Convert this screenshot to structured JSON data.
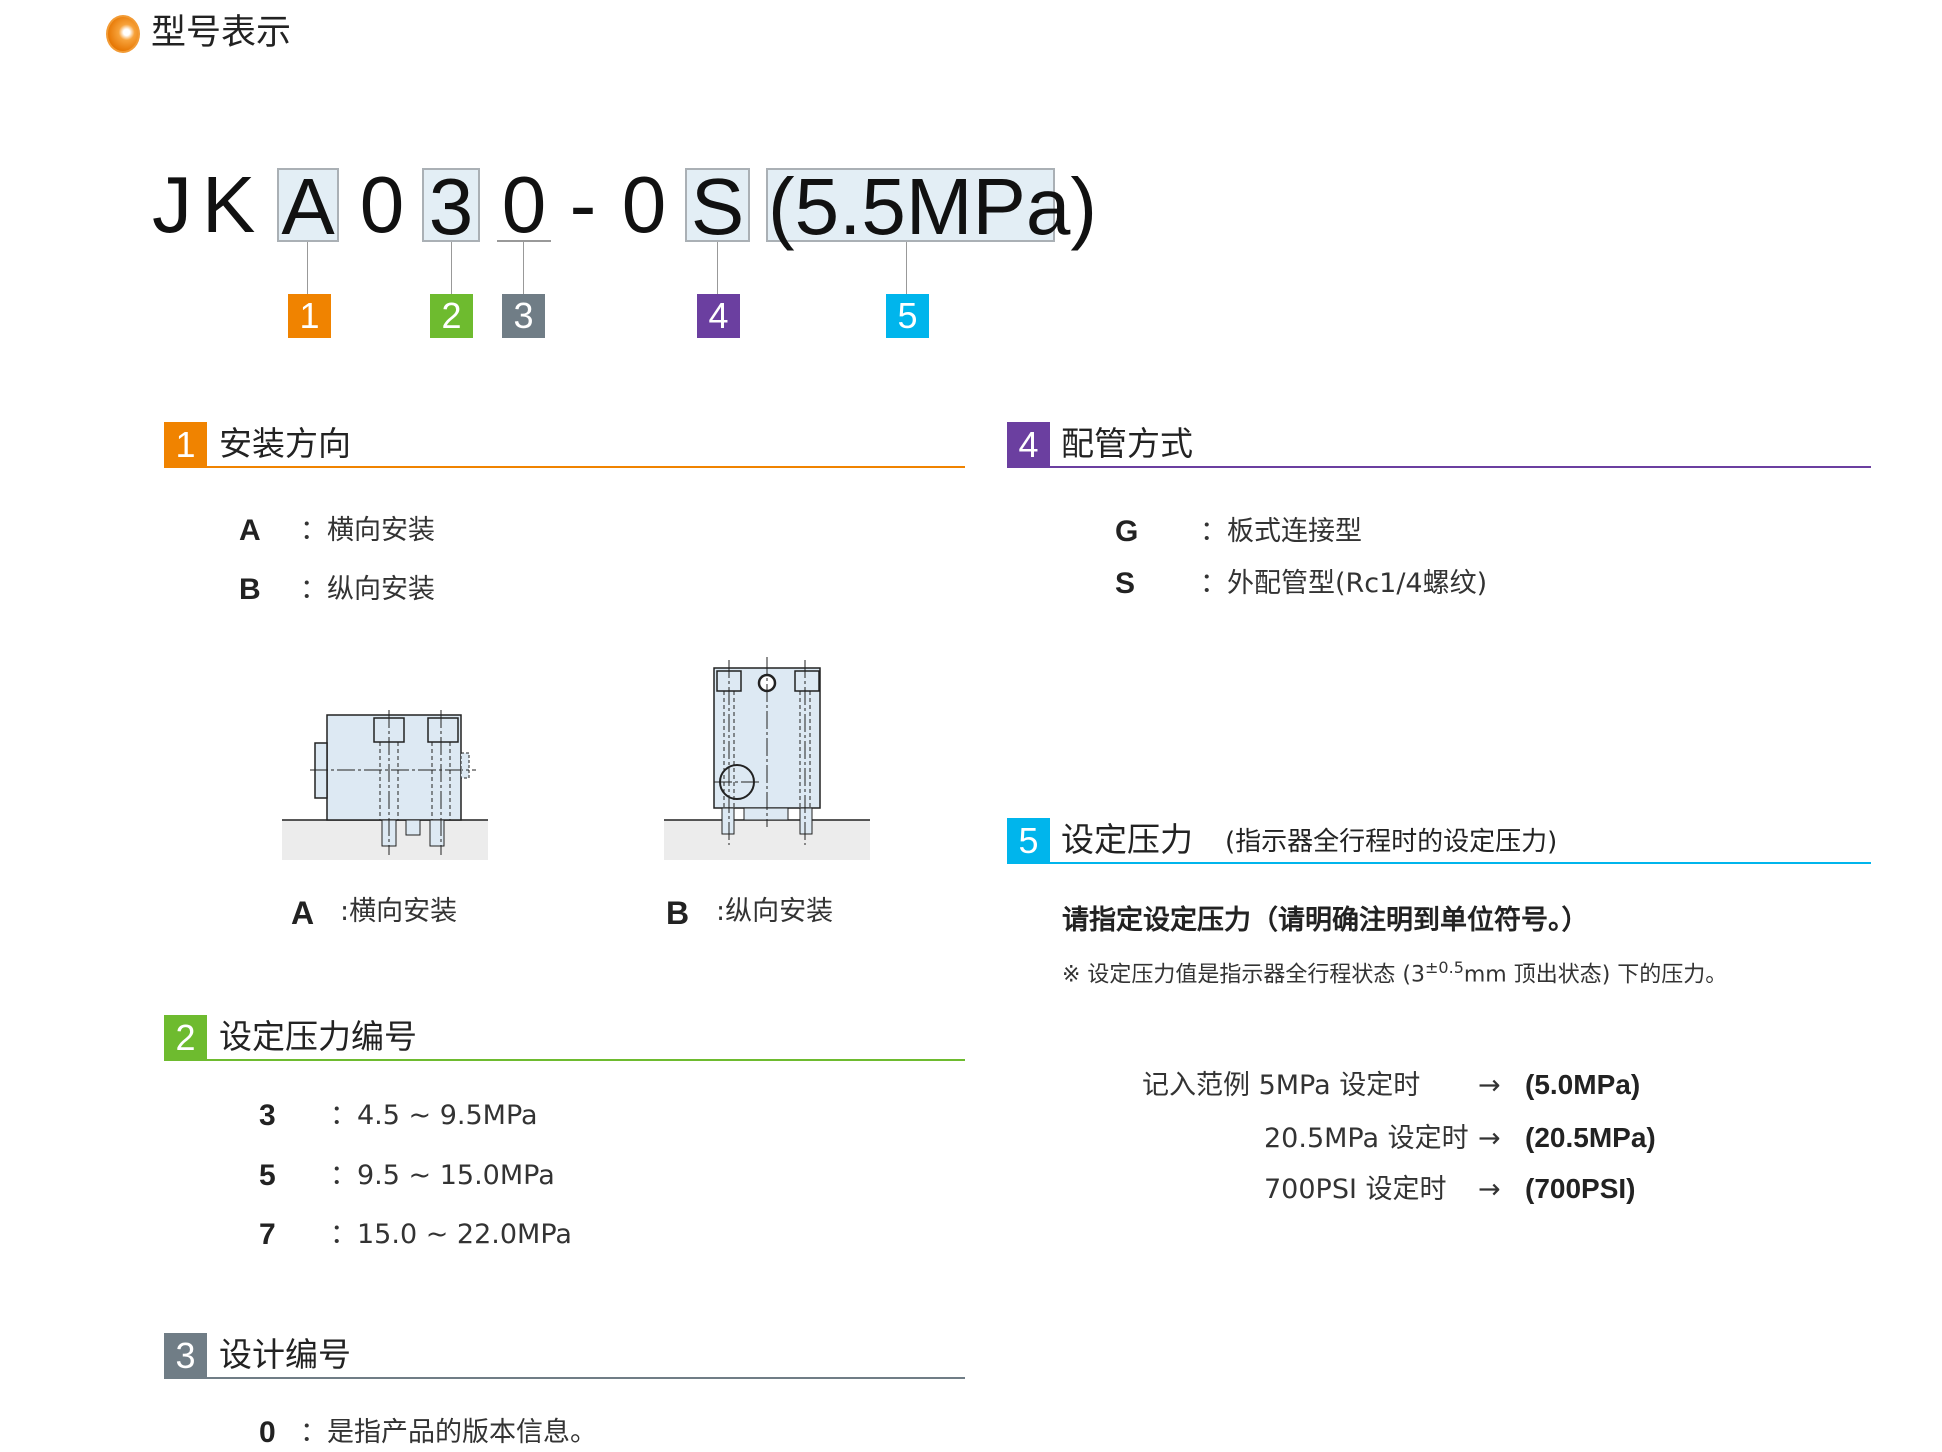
{
  "header": {
    "title": "型号表示",
    "icon": "orange-bullet-icon"
  },
  "model_code": {
    "parts": [
      "JK",
      "A",
      "0",
      "3",
      "0",
      "-",
      "0",
      "S",
      "(5.5MPa)"
    ],
    "callouts": [
      "1",
      "2",
      "3",
      "4",
      "5"
    ]
  },
  "colors": {
    "s1": "#f08300",
    "s2": "#6ebb2f",
    "s3": "#707d86",
    "s4": "#6b3fa0",
    "s5": "#00b5ec",
    "box_fill": "#e3eef5"
  },
  "section1": {
    "num": "1",
    "title": "安装方向",
    "items": [
      {
        "key": "A",
        "text": "：横向安装"
      },
      {
        "key": "B",
        "text": "：纵向安装"
      }
    ],
    "figures": [
      {
        "key": "A",
        "caption": ":横向安装"
      },
      {
        "key": "B",
        "caption": ":纵向安装"
      }
    ]
  },
  "section2": {
    "num": "2",
    "title": "设定压力编号",
    "items": [
      {
        "key": "3",
        "text": "：4.5 ~ 9.5MPa"
      },
      {
        "key": "5",
        "text": "：9.5 ~ 15.0MPa"
      },
      {
        "key": "7",
        "text": "：15.0 ~ 22.0MPa"
      }
    ]
  },
  "section3": {
    "num": "3",
    "title": "设计编号",
    "items": [
      {
        "key": "0",
        "text": "：是指产品的版本信息。"
      }
    ]
  },
  "section4": {
    "num": "4",
    "title": "配管方式",
    "items": [
      {
        "key": "G",
        "text": "：板式连接型"
      },
      {
        "key": "S",
        "text": "：外配管型(Rc1/4螺纹)"
      }
    ]
  },
  "section5": {
    "num": "5",
    "title": "设定压力",
    "subtitle": "(指示器全行程时的设定压力)",
    "instruction": "请指定设定压力（请明确注明到单位符号。）",
    "note_prefix": "※ 设定压力值是指示器全行程状态 (3",
    "note_tol": "±0.5",
    "note_suffix": "mm 顶出状态) 下的压力。",
    "examples": [
      {
        "label": "记入范例 5MPa 设定时",
        "arrow": "→",
        "result": "(5.0MPa)"
      },
      {
        "label": "20.5MPa 设定时",
        "arrow": "→",
        "result": "(20.5MPa)"
      },
      {
        "label": "700PSI 设定时",
        "arrow": "→",
        "result": "(700PSI)"
      }
    ]
  }
}
